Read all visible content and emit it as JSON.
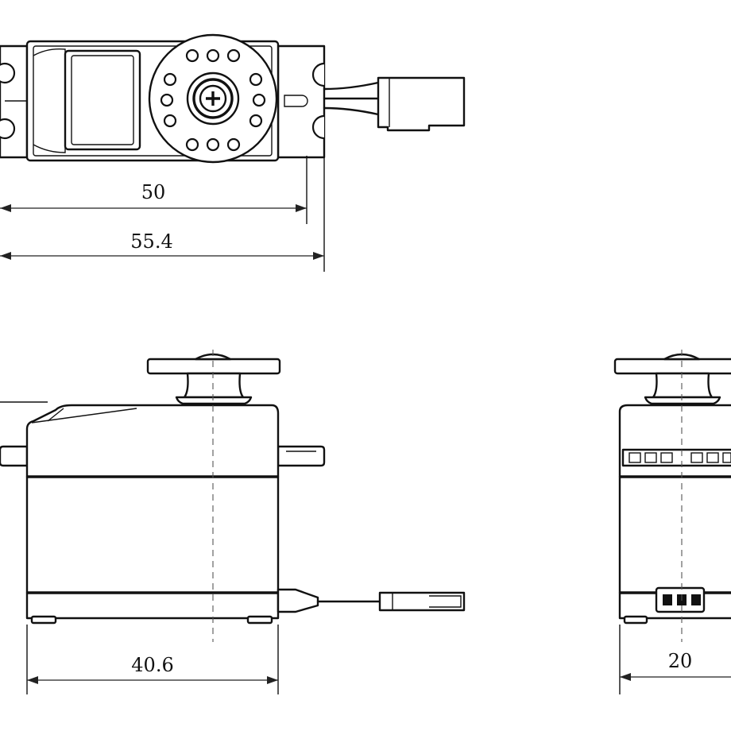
{
  "dimensions": {
    "top_width_inner": "50",
    "top_width_outer": "55.4",
    "front_width": "40.6",
    "side_width": "20"
  },
  "colors": {
    "line": "#111111",
    "background": "#ffffff"
  }
}
